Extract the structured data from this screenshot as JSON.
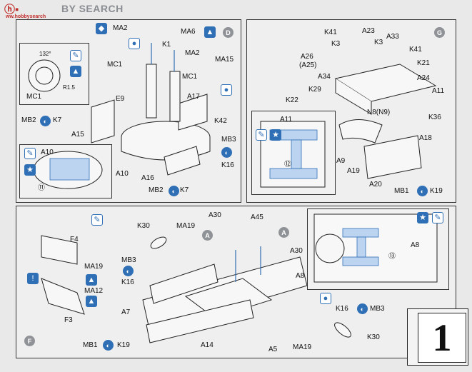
{
  "header": {
    "logo_main": "ⓗ▪",
    "logo_search": "BY SEARCH",
    "logo_sub": "ww.hobbysearch"
  },
  "step_number": "1",
  "panel_d": {
    "badge": "D",
    "labels": [
      "MA2",
      "MA6",
      "K1",
      "MA2",
      "MA15",
      "MC1",
      "MC1",
      "132°",
      "MC1",
      "R1.5",
      "E9",
      "A17",
      "K42",
      "MB2",
      "K7",
      "A15",
      "MB3",
      "K16",
      "A10",
      "A16",
      "MB2",
      "K7",
      "A10",
      "⑪"
    ]
  },
  "panel_g": {
    "badge": "G",
    "labels": [
      "K41",
      "A23",
      "K3",
      "K3",
      "A33",
      "A26",
      "(A25)",
      "K41",
      "K21",
      "A34",
      "A24",
      "K29",
      "A11",
      "K22",
      "N8(N9)",
      "K36",
      "A11",
      "A18",
      "A9",
      "⑫",
      "A19",
      "A20",
      "MB1",
      "K19"
    ]
  },
  "panel_f": {
    "badge": "F",
    "labels": [
      "F4",
      "K30",
      "MA19",
      "A30",
      "A45",
      "MB3",
      "K16",
      "MA19",
      "MA12",
      "A30",
      "A8",
      "A7",
      "K16",
      "MB3",
      "F3",
      "MB1",
      "K19",
      "A14",
      "A5",
      "MA19",
      "K30",
      "A8",
      "⑬"
    ],
    "circle_markers": [
      "A",
      "A"
    ]
  }
}
